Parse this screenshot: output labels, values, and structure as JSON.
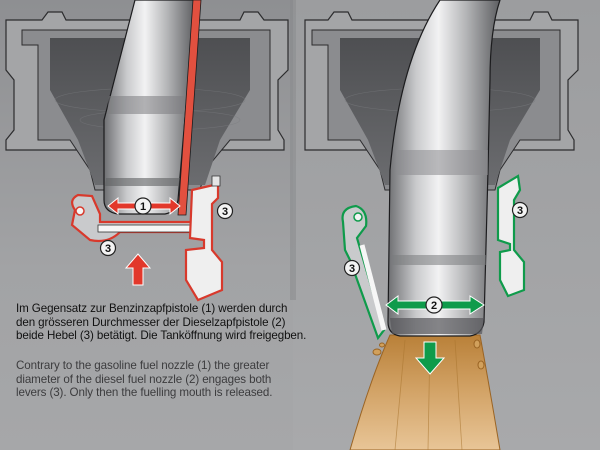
{
  "diagram": {
    "panels": [
      {
        "id": "gasoline",
        "description": "Gasoline fuel nozzle (1) inserted in filler neck – levers not engaged",
        "accent_color": "#e2382b",
        "labels": [
          {
            "id": "nozzle",
            "text": "1"
          },
          {
            "id": "lever-bottom",
            "text": "3"
          },
          {
            "id": "lever-right",
            "text": "3"
          }
        ]
      },
      {
        "id": "diesel",
        "description": "Diesel fuel nozzle (2) inserted – both levers engaged, fuel flows",
        "accent_color": "#0f9b4b",
        "labels": [
          {
            "id": "nozzle",
            "text": "2"
          },
          {
            "id": "lever-left",
            "text": "3"
          },
          {
            "id": "lever-right",
            "text": "3"
          }
        ]
      }
    ],
    "colors": {
      "background": "#9fa0a2",
      "housing_outer": "#a7a8aa",
      "housing_inner": "#5e5f62",
      "red_accent": "#e2382b",
      "green_accent": "#0f9b4b",
      "fuel": "#c8924a"
    }
  },
  "caption": {
    "german": [
      "Im Gegensatz zur Benzinzapfpistole (1) werden durch",
      "den grösseren Durchmesser der Dieselzapfpistole (2)",
      "beide Hebel (3) betätigt. Die Tanköffnung wird freigegben."
    ],
    "english": [
      "Contrary to the gasoline fuel nozzle (1) the greater",
      "diameter of the diesel fuel nozzle (2) engages both",
      "levers (3). Only then the fuelling mouth is released."
    ]
  }
}
